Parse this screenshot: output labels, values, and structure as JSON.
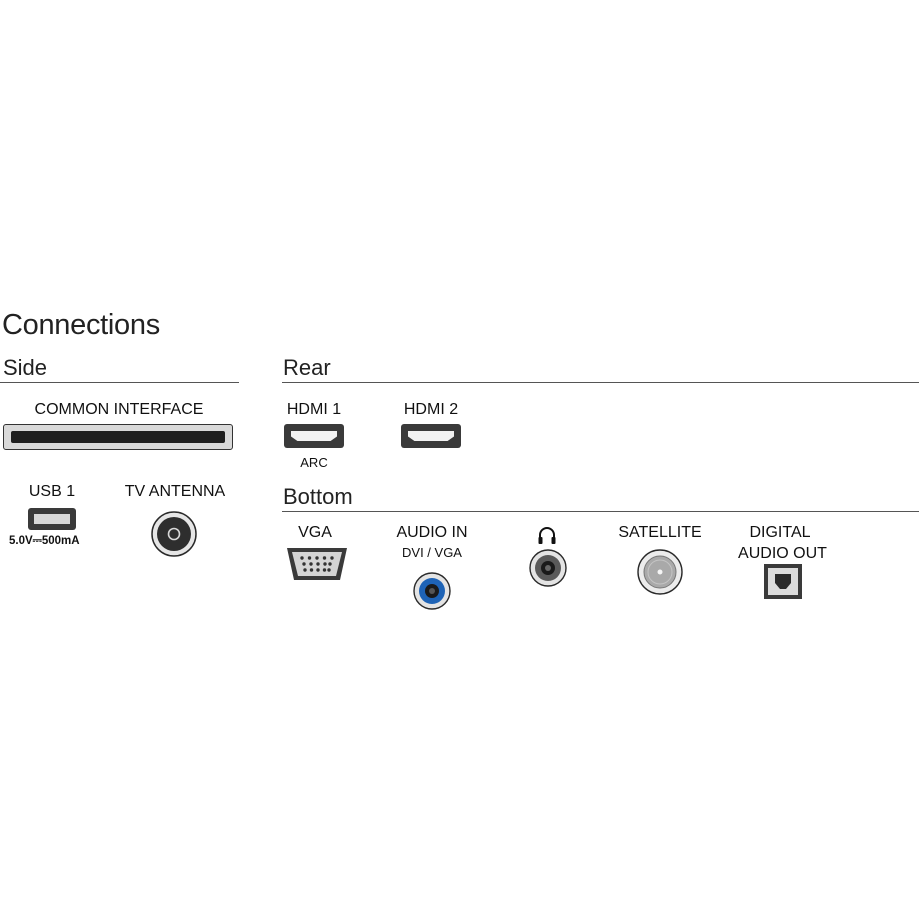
{
  "title": "Connections",
  "sections": {
    "side": {
      "heading": "Side",
      "common_interface": {
        "label": "COMMON INTERFACE"
      },
      "usb": {
        "label": "USB 1",
        "rating": "5.0V⎓500mA"
      },
      "antenna": {
        "label": "TV ANTENNA"
      }
    },
    "rear": {
      "heading": "Rear",
      "hdmi1": {
        "label": "HDMI 1",
        "sublabel": "ARC"
      },
      "hdmi2": {
        "label": "HDMI 2"
      }
    },
    "bottom": {
      "heading": "Bottom",
      "vga": {
        "label": "VGA"
      },
      "audio_in": {
        "label": "AUDIO IN",
        "sublabel": "DVI / VGA"
      },
      "headphone": {
        "icon": "headphone-icon"
      },
      "satellite": {
        "label": "SATELLITE"
      },
      "digital_audio_out": {
        "label_line1": "DIGITAL",
        "label_line2": "AUDIO OUT"
      }
    }
  },
  "colors": {
    "audio_in_accent": "#1e63b6",
    "port_dark": "#3a3a3a",
    "rule": "#555555"
  }
}
